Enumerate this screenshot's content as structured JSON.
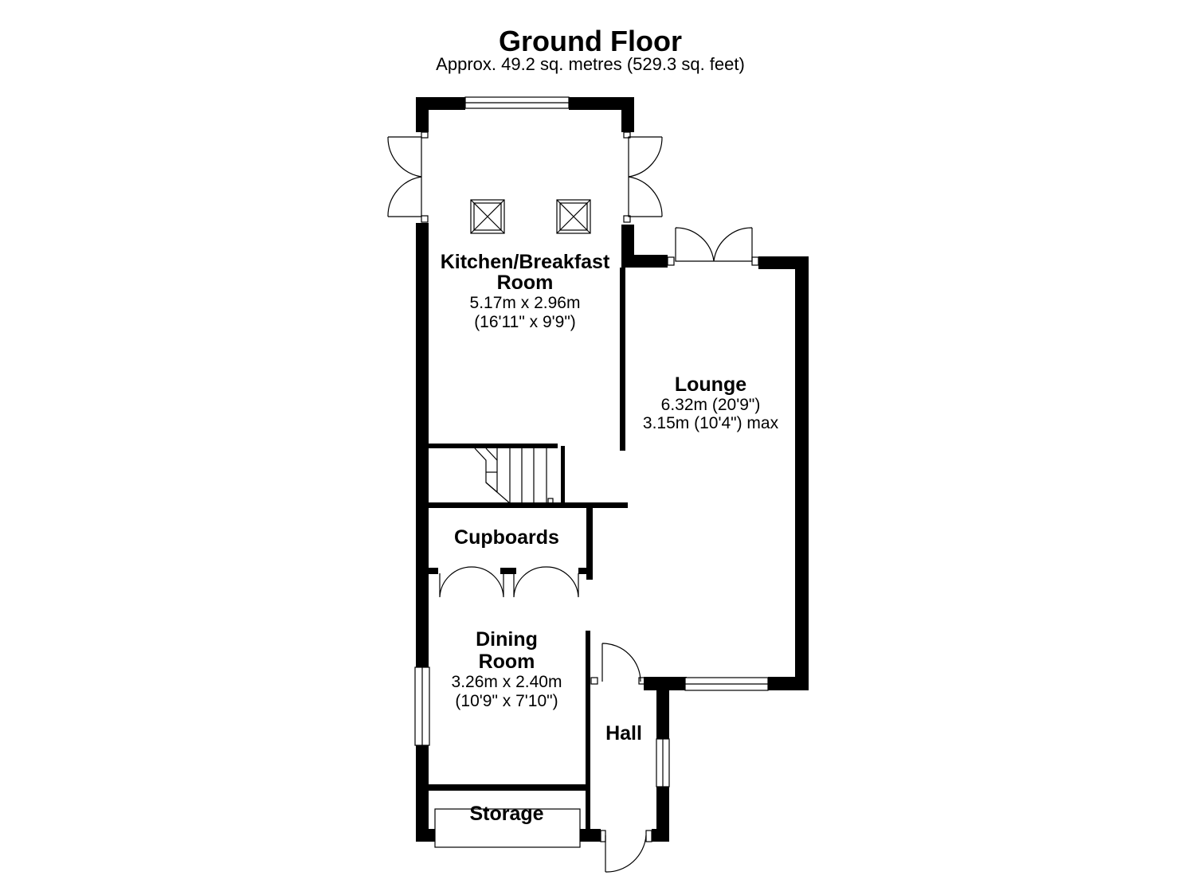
{
  "header": {
    "title": "Ground Floor",
    "area": "Approx.  49.2 sq. metres (529.3 sq. feet)"
  },
  "rooms": {
    "kitchen": {
      "name_line1": "Kitchen/Breakfast",
      "name_line2": "Room",
      "dim_metric": "5.17m x 2.96m",
      "dim_imperial": "(16'11\" x 9'9\")"
    },
    "lounge": {
      "name": "Lounge",
      "dim_line1": "6.32m (20'9\")",
      "dim_line2": "3.15m (10'4\") max"
    },
    "cupboards": {
      "name": "Cupboards"
    },
    "dining": {
      "name_line1": "Dining",
      "name_line2": "Room",
      "dim_metric": "3.26m x 2.40m",
      "dim_imperial": "(10'9\" x 7'10\")"
    },
    "hall": {
      "name": "Hall"
    },
    "storage": {
      "name": "Storage"
    }
  }
}
